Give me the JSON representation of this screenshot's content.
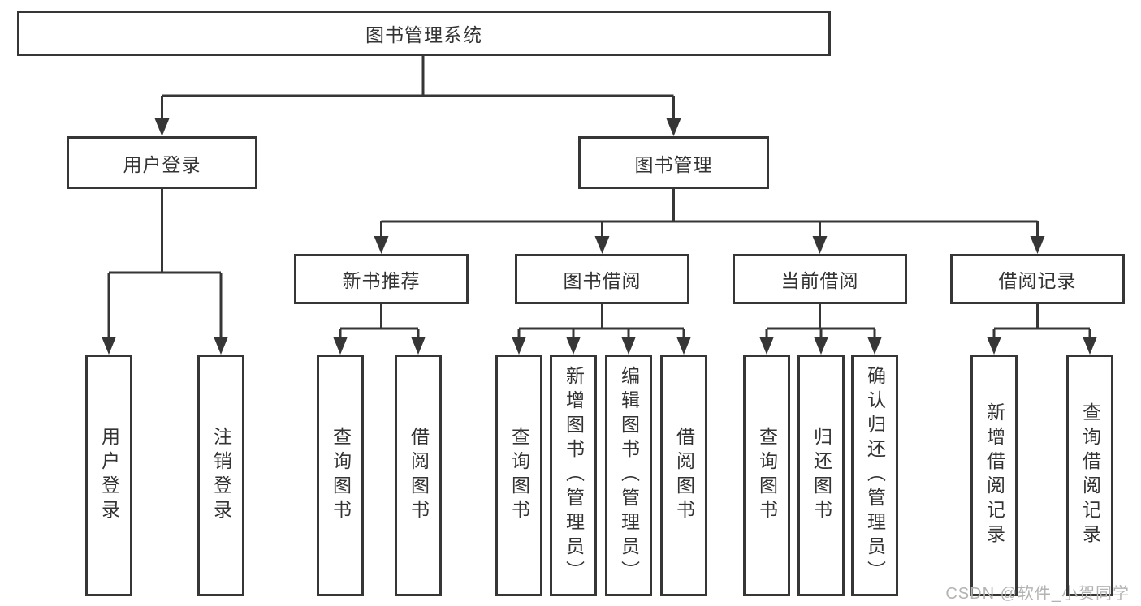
{
  "diagram": {
    "root": {
      "label": "图书管理系统"
    },
    "branches": [
      {
        "label": "用户登录",
        "children": [
          {
            "label": "用户登录"
          },
          {
            "label": "注销登录"
          }
        ]
      },
      {
        "label": "图书管理",
        "sections": [
          {
            "label": "新书推荐",
            "children": [
              {
                "label": "查询图书"
              },
              {
                "label": "借阅图书"
              }
            ]
          },
          {
            "label": "图书借阅",
            "children": [
              {
                "label": "查询图书"
              },
              {
                "label": "新增图书（管理员）"
              },
              {
                "label": "编辑图书（管理员）"
              },
              {
                "label": "借阅图书"
              }
            ]
          },
          {
            "label": "当前借阅",
            "children": [
              {
                "label": "查询图书"
              },
              {
                "label": "归还图书"
              },
              {
                "label": "确认归还（管理员）"
              }
            ]
          },
          {
            "label": "借阅记录",
            "children": [
              {
                "label": "新增借阅记录"
              },
              {
                "label": "查询借阅记录"
              }
            ]
          }
        ]
      }
    ]
  },
  "watermark": "CSDN @软件_小贺同学",
  "colors": {
    "line": "#363636",
    "text": "#333333",
    "watermark": "#b3b3b3",
    "background": "#ffffff"
  }
}
